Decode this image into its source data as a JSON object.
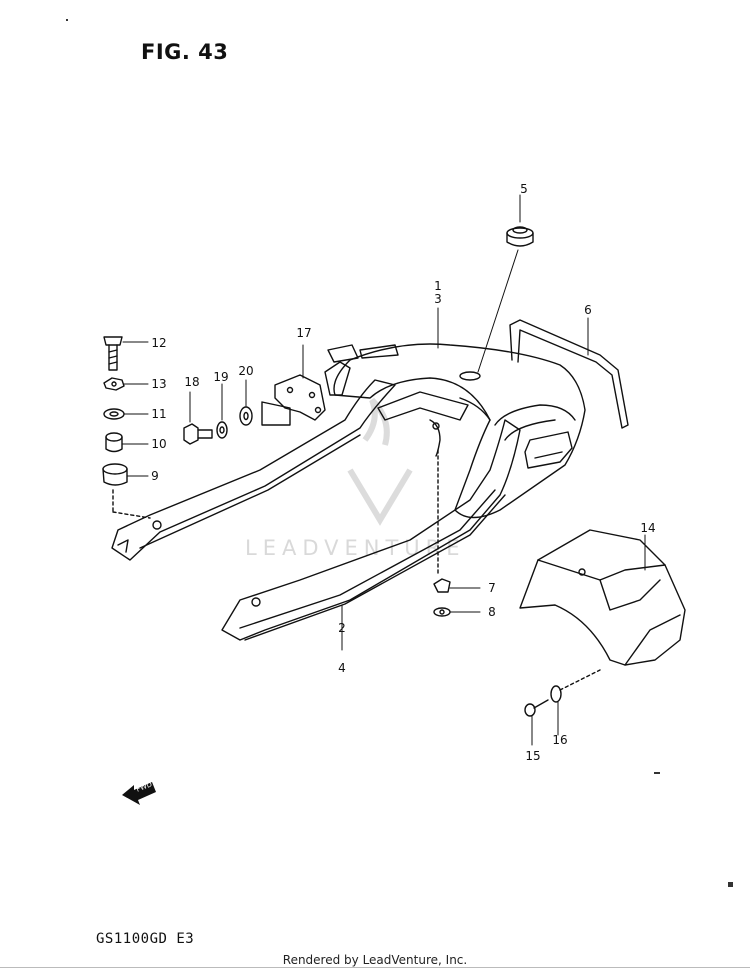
{
  "figure": {
    "title": "FIG. 43"
  },
  "callouts": [
    {
      "id": "1",
      "label": "1"
    },
    {
      "id": "3",
      "label": "3"
    },
    {
      "id": "2",
      "label": "2"
    },
    {
      "id": "4",
      "label": "4"
    },
    {
      "id": "5",
      "label": "5"
    },
    {
      "id": "6",
      "label": "6"
    },
    {
      "id": "7",
      "label": "7"
    },
    {
      "id": "8",
      "label": "8"
    },
    {
      "id": "9",
      "label": "9"
    },
    {
      "id": "10",
      "label": "10"
    },
    {
      "id": "11",
      "label": "11"
    },
    {
      "id": "12",
      "label": "12"
    },
    {
      "id": "13",
      "label": "13"
    },
    {
      "id": "14",
      "label": "14"
    },
    {
      "id": "15",
      "label": "15"
    },
    {
      "id": "16",
      "label": "16"
    },
    {
      "id": "17",
      "label": "17"
    },
    {
      "id": "18",
      "label": "18"
    },
    {
      "id": "19",
      "label": "19"
    },
    {
      "id": "20",
      "label": "20"
    }
  ],
  "fwd_arrow": {
    "label": "FWD",
    "icon": "fwd-arrow-icon"
  },
  "watermark": {
    "text": "LEADVENTURE"
  },
  "model_code": "GS1100GD  E3",
  "footer": {
    "text": "Rendered by LeadVenture, Inc."
  }
}
